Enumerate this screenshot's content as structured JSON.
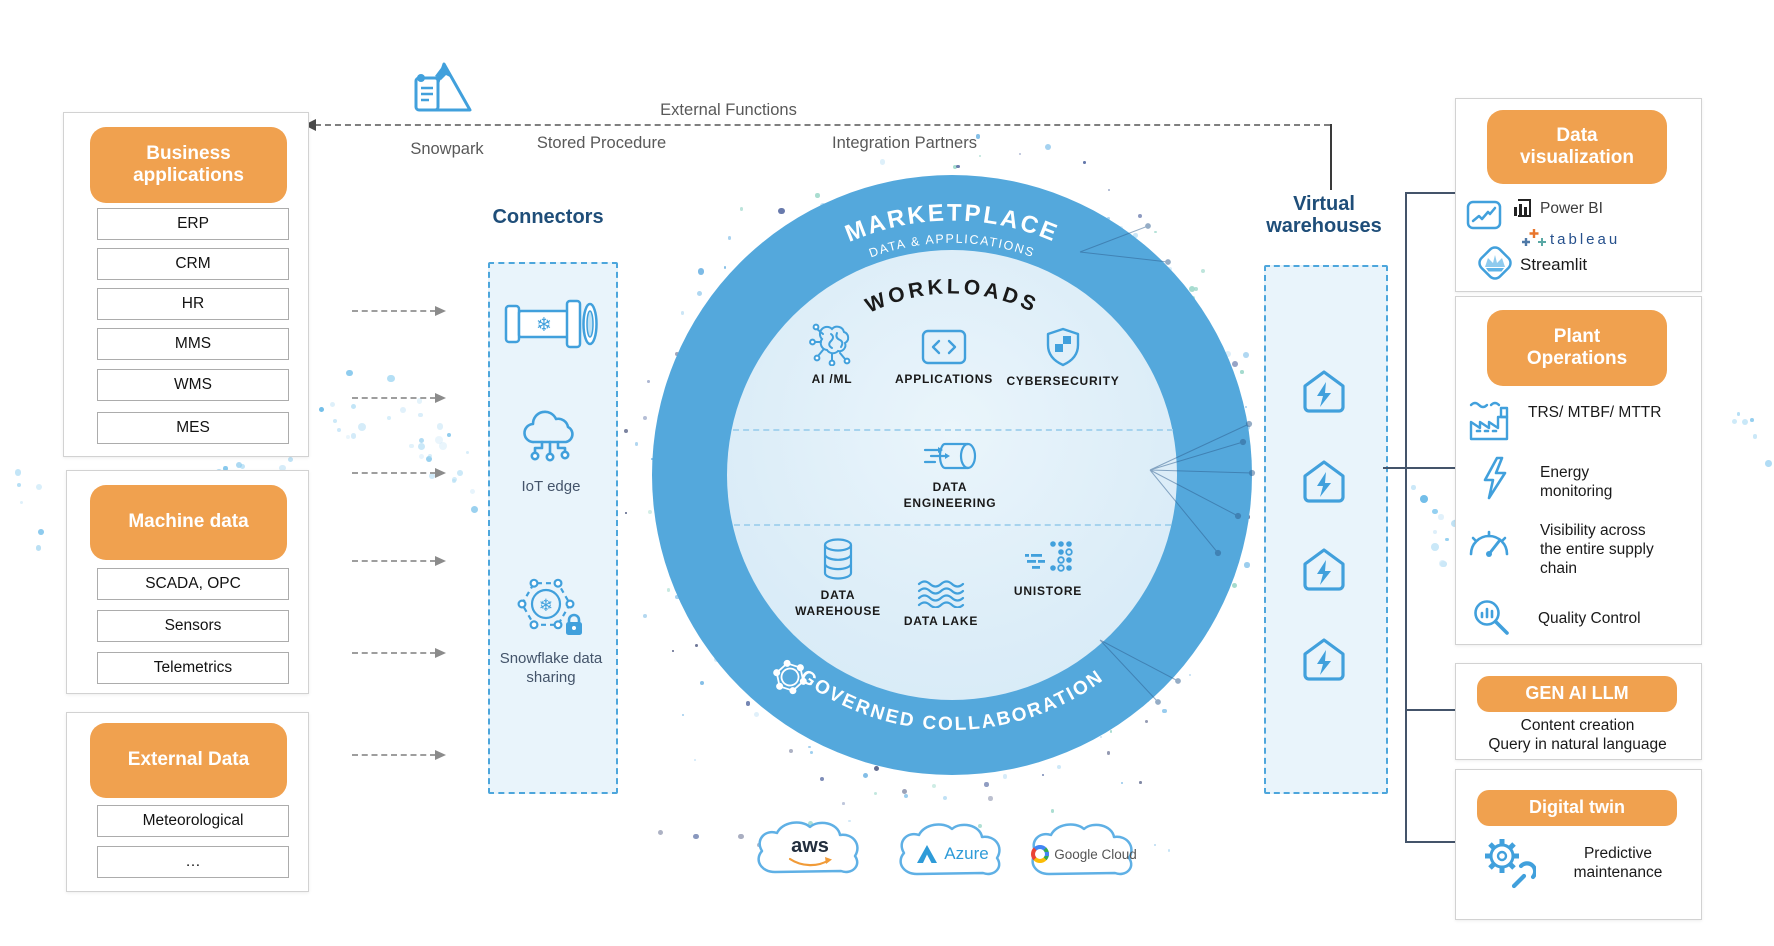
{
  "top_flow": {
    "snowpark": "Snowpark",
    "stored_procedure": "Stored Procedure",
    "external_functions": "External Functions",
    "integration_partners": "Integration Partners"
  },
  "left_panels": [
    {
      "title": "Business applications",
      "items": [
        "ERP",
        "CRM",
        "HR",
        "MMS",
        "WMS",
        "MES"
      ]
    },
    {
      "title": "Machine data",
      "items": [
        "SCADA, OPC",
        "Sensors",
        "Telemetrics"
      ]
    },
    {
      "title": "External Data",
      "items": [
        "Meteorological",
        "…"
      ]
    }
  ],
  "connectors": {
    "title": "Connectors",
    "iot_label": "IoT edge",
    "sharing_label": "Snowflake data sharing"
  },
  "platform": {
    "marketplace_title": "MARKETPLACE",
    "marketplace_subtitle": "DATA & APPLICATIONS",
    "workloads_title": "WORKLOADS",
    "governed_label": "GOVERNED COLLABORATION",
    "workloads": [
      "AI /ML",
      "APPLICATIONS",
      "CYBERSECURITY",
      "DATA ENGINEERING",
      "DATA WAREHOUSE",
      "DATA LAKE",
      "UNISTORE"
    ]
  },
  "virtual_warehouses": {
    "title": "Virtual warehouses"
  },
  "clouds": {
    "aws": "aws",
    "azure": "Azure",
    "google": "Google Cloud"
  },
  "right_panels": [
    {
      "title": "Data visualization",
      "powerbi": "Power BI",
      "tableau": "tableau",
      "streamlit": "Streamlit"
    },
    {
      "title": "Plant Operations",
      "kpi": "TRS/ MTBF/ MTTR",
      "energy": "Energy monitoring",
      "visibility": "Visibility across the entire supply chain",
      "quality": "Quality Control"
    },
    {
      "title": "GEN AI LLM",
      "line1": "Content creation",
      "line2": "Query in natural language"
    },
    {
      "title": "Digital twin",
      "row": "Predictive maintenance"
    }
  ],
  "colors": {
    "orange": "#F0A14F",
    "blue": "#41A0DC",
    "dark_blue": "#1F4E79",
    "ring_blue": "#54A8DC",
    "inner_blue": "#DDEDF8",
    "slate": "#44546A"
  }
}
